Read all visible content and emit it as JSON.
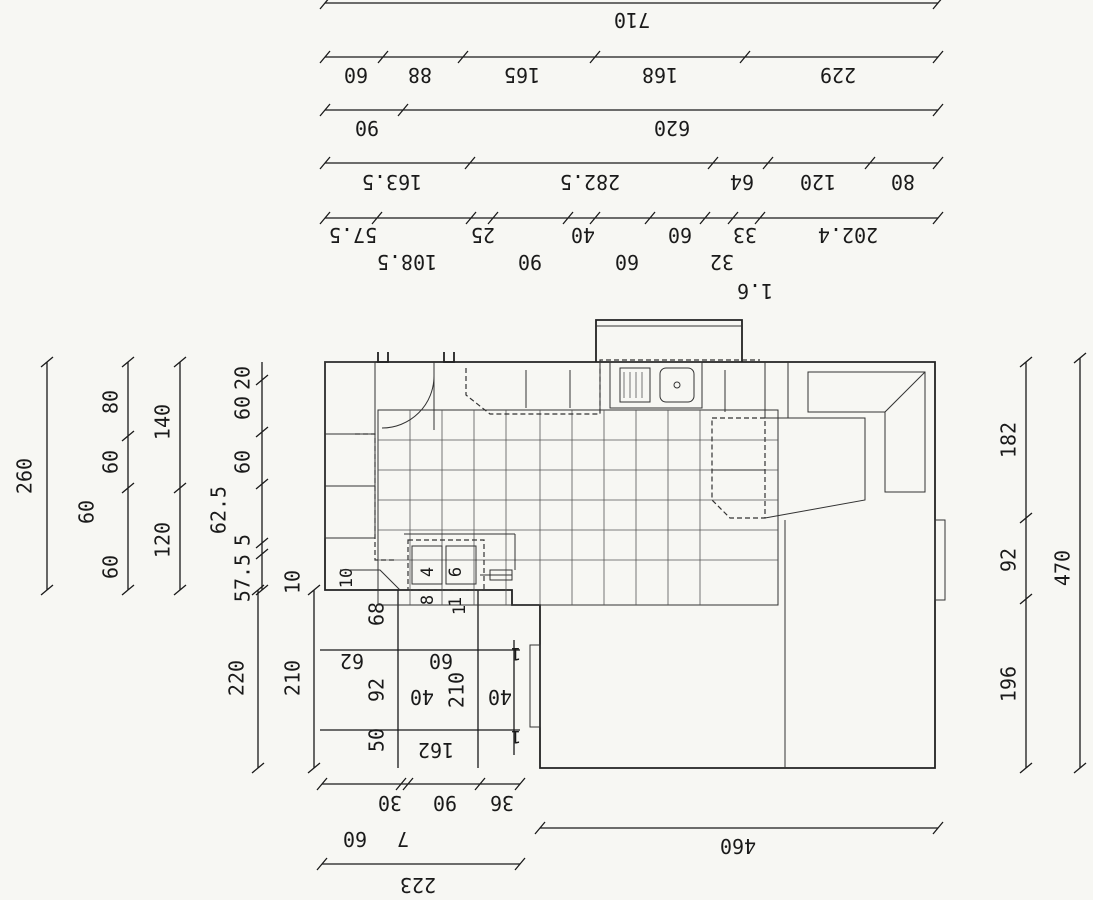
{
  "top_rows": [
    [
      "710"
    ],
    [
      "60",
      "88",
      "165",
      "168",
      "229"
    ],
    [
      "90",
      "620"
    ],
    [
      "163.5",
      "282.5",
      "64",
      "120",
      "80"
    ],
    [
      "57.5",
      "25",
      "40",
      "60",
      "33",
      "202.4"
    ],
    [
      "108.5",
      "90",
      "60",
      "32"
    ],
    [
      "1.6"
    ]
  ],
  "left_cols": [
    [
      "260"
    ],
    [
      "60"
    ],
    [
      "60",
      "60",
      "80"
    ],
    [
      "120",
      "140"
    ],
    [
      "62.5",
      "60",
      "60",
      "20"
    ],
    [
      "57.5",
      "5"
    ]
  ],
  "lower_left": {
    "outer": [
      "220"
    ],
    "left": [
      "210",
      "10"
    ],
    "inner": [
      "68",
      "92",
      "62",
      "50",
      "10",
      "8",
      "4",
      "6",
      "1"
    ],
    "mid": [
      "40",
      "40",
      "210",
      "162",
      "60",
      "1",
      "1",
      "1"
    ]
  },
  "right_cols": [
    [
      "182",
      "92",
      "196"
    ],
    [
      "470"
    ]
  ],
  "bottom_rows": [
    [
      "30",
      "90",
      "36"
    ],
    [
      "7",
      "60",
      "460"
    ],
    [
      "223"
    ]
  ]
}
